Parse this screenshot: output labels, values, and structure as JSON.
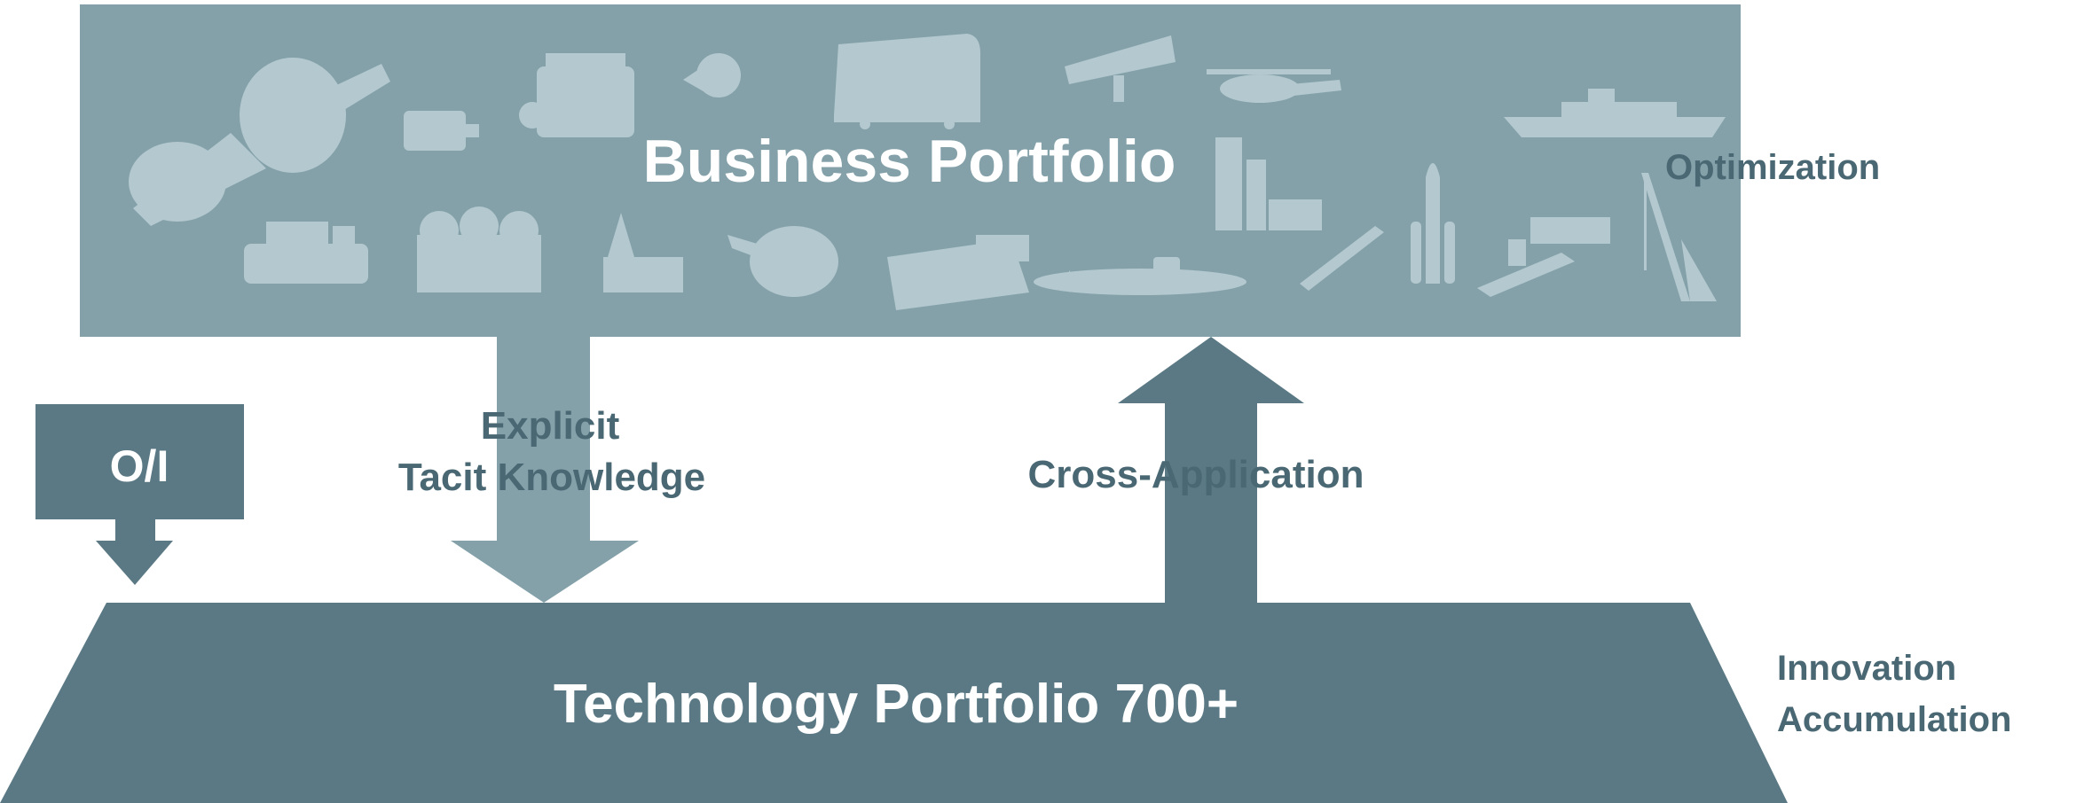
{
  "business": {
    "title": "Business Portfolio"
  },
  "technology": {
    "title": "Technology Portfolio 700+"
  },
  "oi": {
    "label": "O/I"
  },
  "knowledge": {
    "line1": "Explicit",
    "line2": "Tacit Knowledge"
  },
  "cross": {
    "label": "Cross-Application"
  },
  "side_labels": {
    "top": "Optimization",
    "bottom_line1": "Innovation",
    "bottom_line2": "Accumulation"
  },
  "colors": {
    "business_box": "#84a1aa",
    "tech_base": "#5a7984",
    "light_arrow": "#84a1aa",
    "dark_arrow": "#5a7984",
    "oi_box": "#5a7984",
    "silhouette": "#b4c8cf",
    "label_text": "#4a6873",
    "title_text": "#ffffff"
  },
  "icons": [
    "turbofan-engine-icon",
    "motor-icon",
    "diesel-engine-icon",
    "turbocharger-icon",
    "train-car-icon",
    "boarding-bridge-icon",
    "helicopter-icon",
    "cruise-ship-icon",
    "chiller-icon",
    "power-plant-icon",
    "oil-rig-icon",
    "gas-turbine-icon",
    "engine-module-icon",
    "submarine-icon",
    "incinerator-plant-icon",
    "missile-icon",
    "rocket-icon",
    "steel-mill-icon",
    "crane-icon"
  ]
}
